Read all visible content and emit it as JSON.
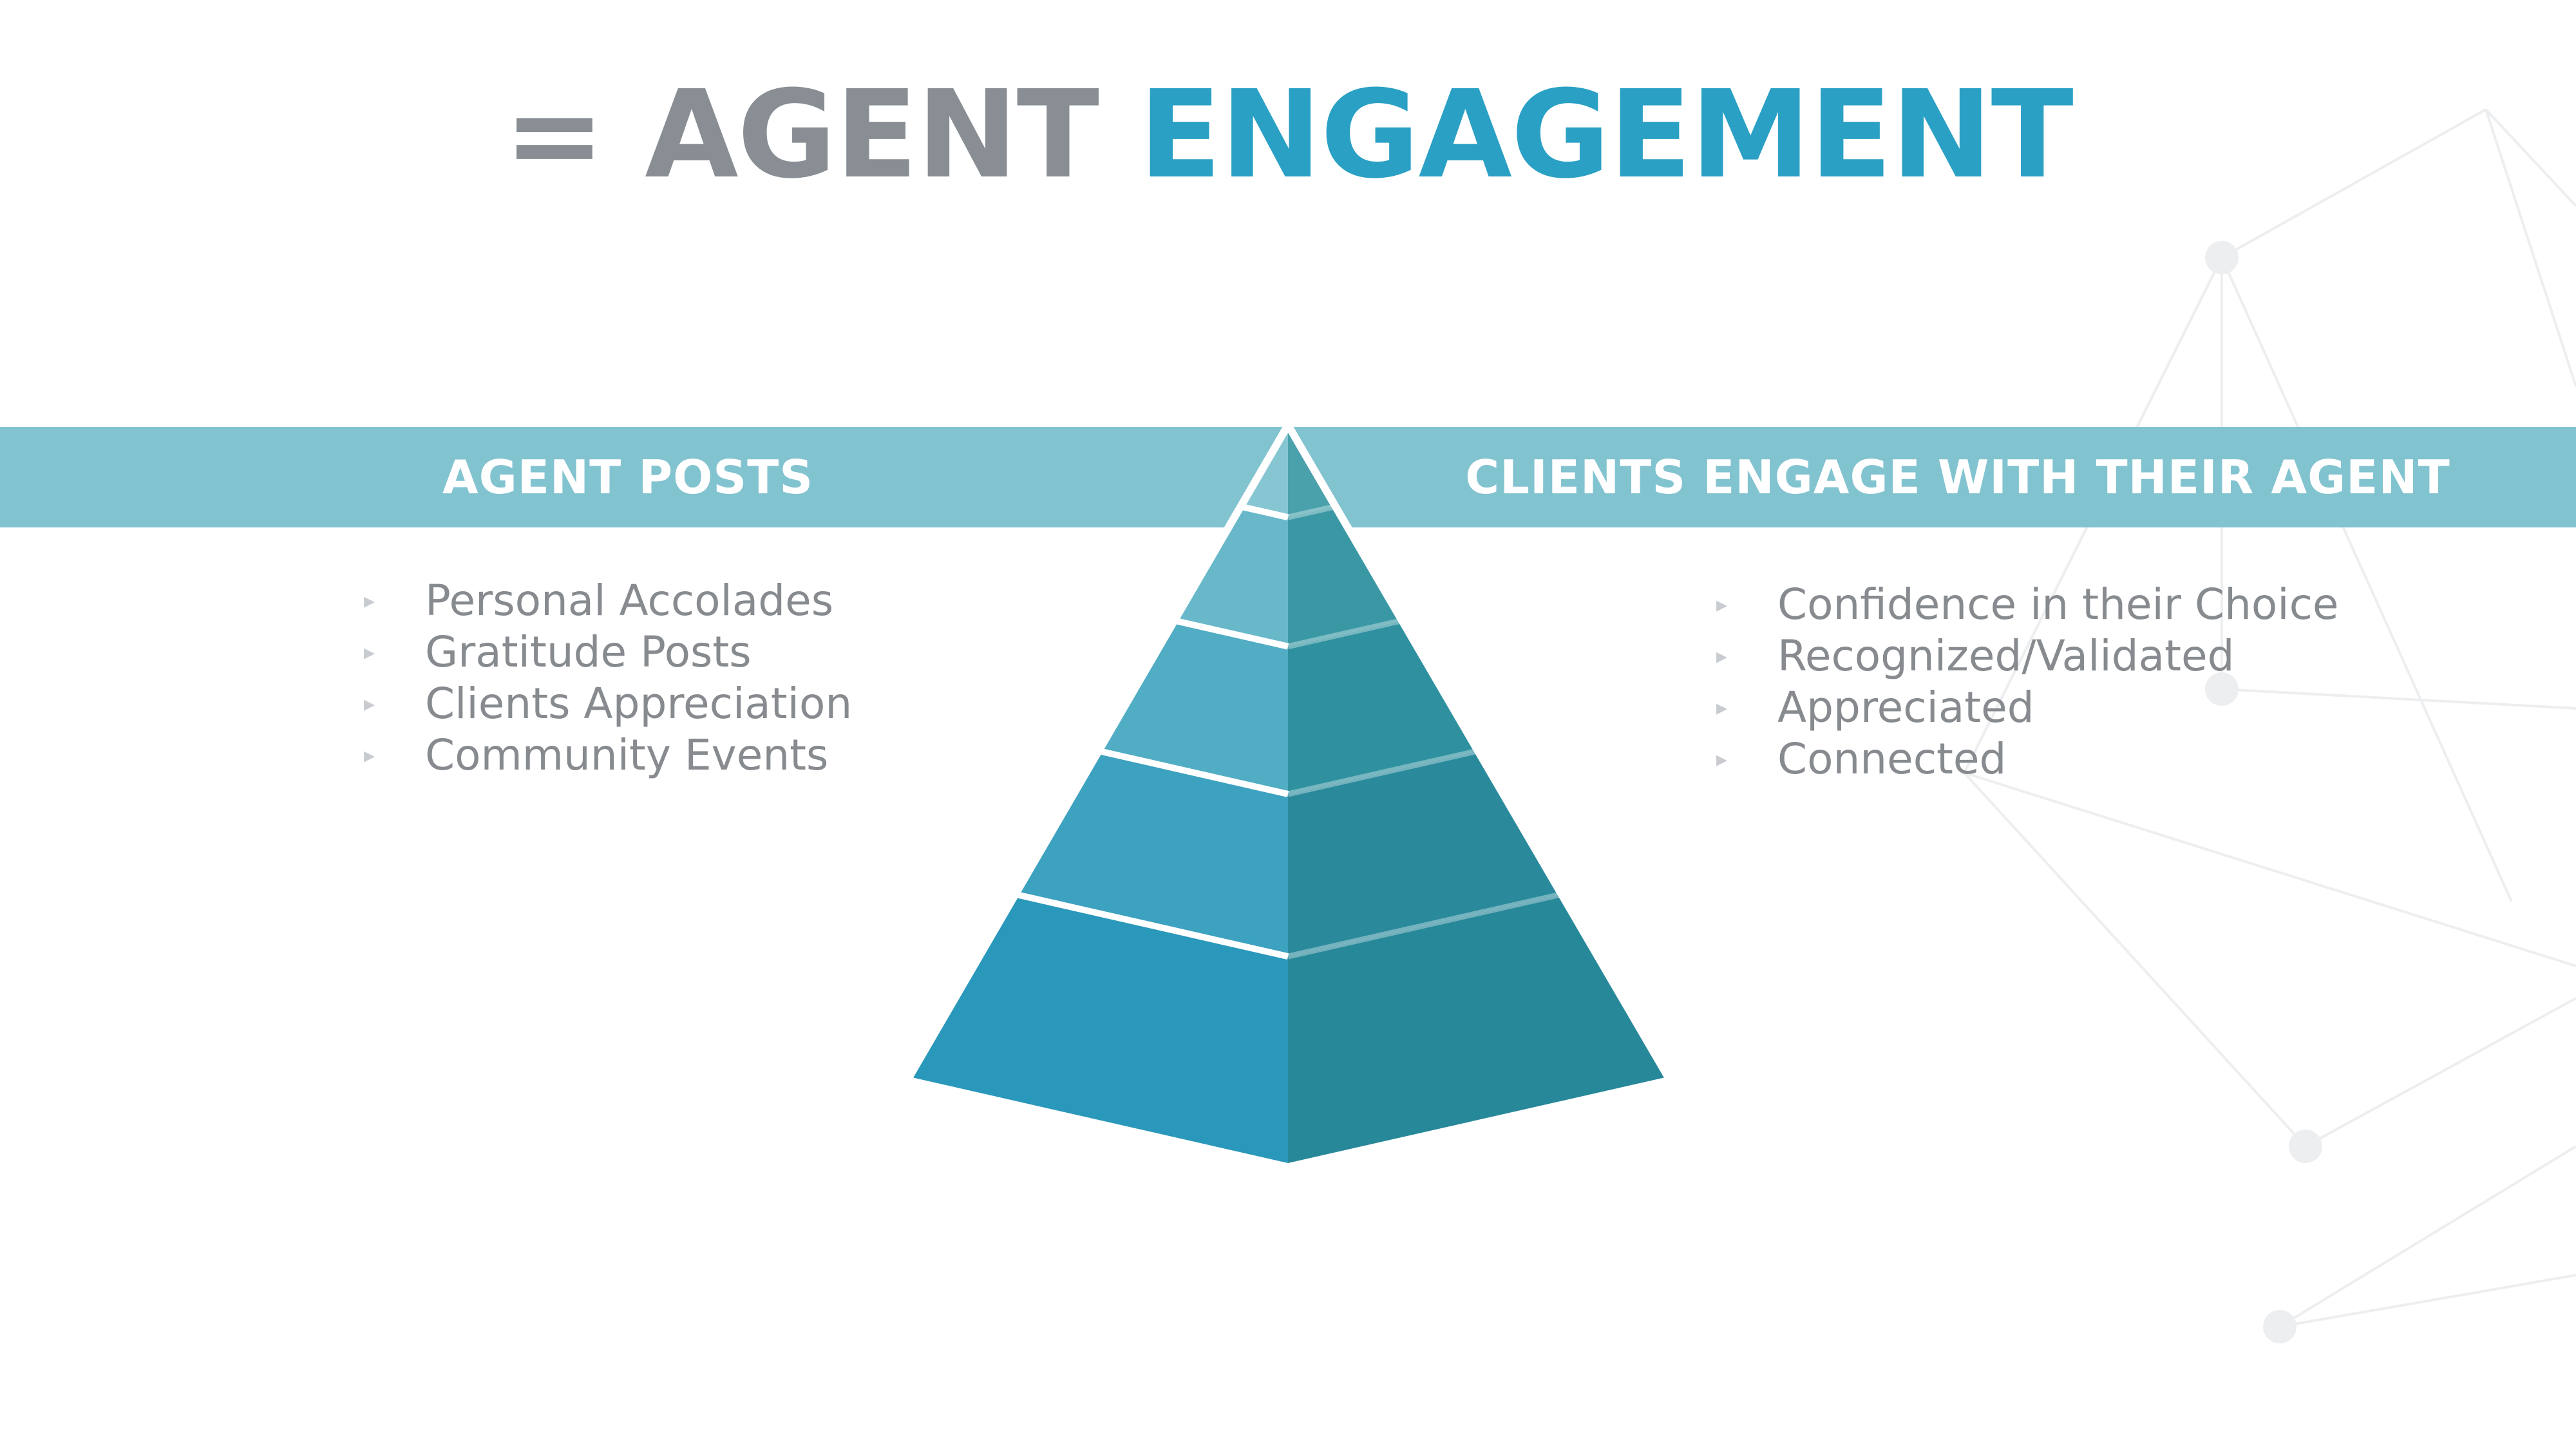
{
  "title": {
    "prefix": "= AGENT",
    "accent": "ENGAGEMENT"
  },
  "banner": {
    "left_label": "AGENT POSTS",
    "right_label": "CLIENTS ENGAGE WITH THEIR AGENT"
  },
  "left_list": {
    "items": [
      "Personal Accolades",
      "Gratitude Posts",
      "Clients Appreciation",
      "Community Events"
    ]
  },
  "right_list": {
    "items": [
      "Confidence in their Choice",
      "Recognized/Validated",
      "Appreciated",
      "Connected"
    ]
  },
  "bullet_glyph": "▸",
  "colors": {
    "title_gray": "#888e93",
    "title_accent": "#2aa0c4",
    "banner": "#82c3d0",
    "body_text": "#878b8f"
  },
  "pyramid": {
    "levels": 5,
    "left_face_colors": [
      "#86c6d2",
      "#68b8ca",
      "#51adc4",
      "#3da1c0",
      "#2a98bb"
    ],
    "right_face_colors": [
      "#4aa1ac",
      "#3a98a5",
      "#2f919f",
      "#2a8a9c",
      "#278899"
    ]
  }
}
